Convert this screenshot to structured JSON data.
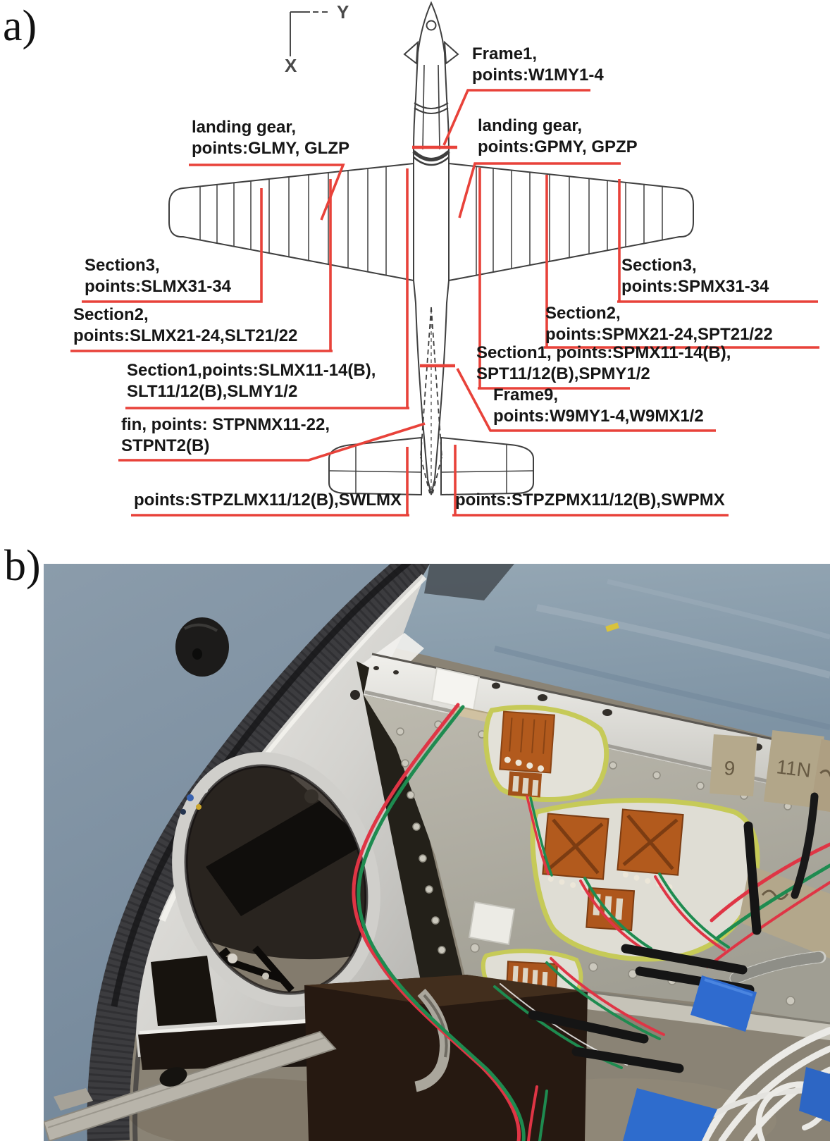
{
  "figure": {
    "panel_a_tag": "a)",
    "panel_b_tag": "b)"
  },
  "diagram": {
    "axis": {
      "x": "X",
      "y": "Y"
    },
    "annotation_color": "#e8423a",
    "line_color": "#3f3f3f",
    "annotations": [
      {
        "id": "landing-gear-left",
        "line1": "landing gear,",
        "line2": "points:GLMY, GLZP"
      },
      {
        "id": "frame1",
        "line1": "Frame1,",
        "line2": "points:W1MY1-4"
      },
      {
        "id": "landing-gear-right",
        "line1": "landing gear,",
        "line2": "points:GPMY, GPZP"
      },
      {
        "id": "section3-left",
        "line1": "Section3,",
        "line2": "points:SLMX31-34"
      },
      {
        "id": "section2-left",
        "line1": "Section2,",
        "line2": "points:SLMX21-24,SLT21/22"
      },
      {
        "id": "section1-left",
        "line1": "Section1,points:SLMX11-14(B),",
        "line2": "SLT11/12(B),SLMY1/2"
      },
      {
        "id": "fin",
        "line1": "fin, points: STPNMX11-22,",
        "line2": "STPNT2(B)"
      },
      {
        "id": "stabilizer-left",
        "line1": "points:STPZLMX11/12(B),SWLMX"
      },
      {
        "id": "section3-right",
        "line1": "Section3,",
        "line2": "points:SPMX31-34"
      },
      {
        "id": "section2-right",
        "line1": "Section2,",
        "line2": "points:SPMX21-24,SPT21/22"
      },
      {
        "id": "section1-right",
        "line1": "Section1, points:SPMX11-14(B),",
        "line2": "SPT11/12(B),SPMY1/2"
      },
      {
        "id": "frame9",
        "line1": "Frame9,",
        "line2": "points:W9MY1-4,W9MX1/2"
      },
      {
        "id": "stabilizer-right",
        "line1": "points:STPZPMX11/12(B),SWPMX"
      }
    ]
  },
  "photo": {
    "tape_labels": [
      "9",
      "11N"
    ]
  }
}
